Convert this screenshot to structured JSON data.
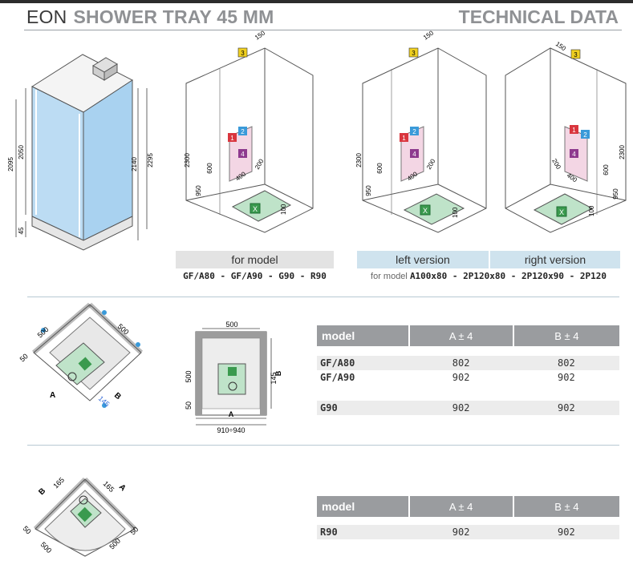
{
  "header": {
    "brand": "EON",
    "subtitle": "SHOWER TRAY 45 MM",
    "section": "TECHNICAL DATA"
  },
  "section1": {
    "dims_cabin": [
      "2095",
      "2050",
      "45",
      "2140",
      "2295"
    ],
    "dims_plan": [
      "150",
      "2300",
      "950",
      "600",
      "400",
      "200",
      "100"
    ],
    "markers": [
      "1",
      "2",
      "3",
      "4",
      "X"
    ],
    "for_model_label": "for model",
    "for_model_values": "GF/A80 - GF/A90 - G90 - R90",
    "left_version_label": "left version",
    "right_version_label": "right version",
    "for_model_prefix": "for model",
    "versions_models": "A100x80 - 2P120x80 - 2P120x90 - 2P120"
  },
  "section2": {
    "diag_labels": [
      "500",
      "500",
      "50",
      "A",
      "145",
      "B"
    ],
    "plan_labels": [
      "500",
      "500",
      "50",
      "145",
      "A",
      "B",
      "910÷940"
    ],
    "table": {
      "headers": [
        "model",
        "A ± 4",
        "B ± 4"
      ],
      "rows": [
        {
          "model": "GF/A80",
          "a": "802",
          "b": "802"
        },
        {
          "model": "GF/A90",
          "a": "902",
          "b": "902"
        },
        {
          "model": "G90",
          "a": "902",
          "b": "902"
        }
      ]
    }
  },
  "section3": {
    "diag_labels": [
      "B",
      "165",
      "165",
      "A",
      "50",
      "500",
      "500",
      "50"
    ],
    "table": {
      "headers": [
        "model",
        "A ± 4",
        "B ± 4"
      ],
      "rows": [
        {
          "model": "R90",
          "a": "902",
          "b": "902"
        }
      ]
    }
  },
  "colors": {
    "glass": "#bcdcf3",
    "tray_green": "#bfe3c9",
    "marker_red": "#d9363e",
    "marker_blue": "#3a9ad9",
    "marker_purple": "#8e3a8e",
    "marker_yellow": "#f0d020"
  }
}
